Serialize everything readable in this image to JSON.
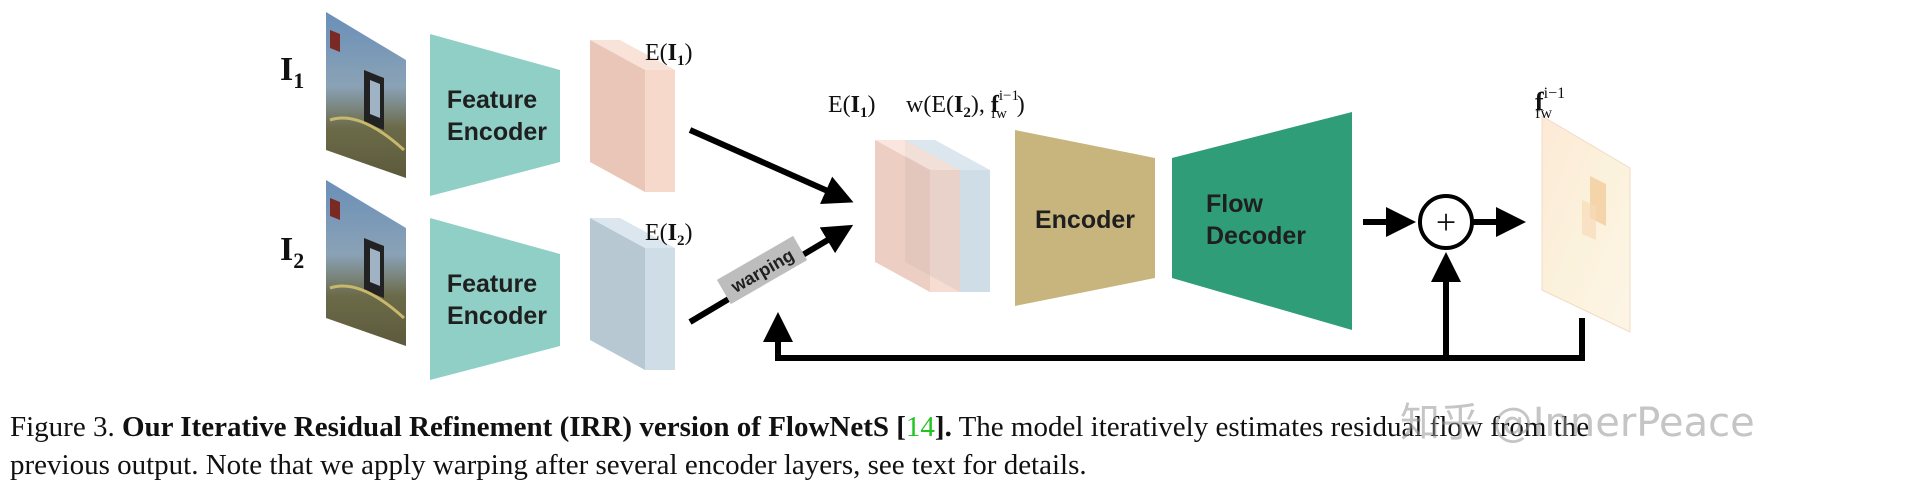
{
  "inputs": [
    {
      "label": "I",
      "subscript": "1"
    },
    {
      "label": "I",
      "subscript": "2"
    }
  ],
  "feature_encoder": {
    "line1": "Feature",
    "line2": "Encoder"
  },
  "features": [
    {
      "text_pre": "E(",
      "bold": "I",
      "sub": "1",
      "text_post": ")"
    },
    {
      "text_pre": "E(",
      "bold": "I",
      "sub": "2",
      "text_post": ")"
    }
  ],
  "warping_label": "warping",
  "concat_labels": {
    "left": {
      "text_pre": "E(",
      "bold": "I",
      "sub": "1",
      "text_post": ")"
    },
    "right": {
      "text_pre": "w(E(",
      "bold": "I",
      "sub": "2",
      "text_mid": "), ",
      "bold2": "f",
      "sub2": "fw",
      "sup2": "i−1",
      "text_post": ")"
    }
  },
  "encoder_label": "Encoder",
  "flow_decoder": {
    "line1": "Flow",
    "line2": "Decoder"
  },
  "plus_symbol": "+",
  "output_label": {
    "bold": "f",
    "sub": "fw",
    "sup": "i−1"
  },
  "caption": {
    "prefix": "Figure 3.",
    "bold": "Our Iterative Residual Refinement (IRR) version of FlowNetS [",
    "ref": "14",
    "bold_end": "].",
    "rest_line1": "The model iteratively estimates residual flow from the",
    "line2": "previous output. Note that we apply warping after several encoder layers, see text for details."
  },
  "watermark": "知乎 @InnerPeace",
  "colors": {
    "teal_encoder": "#8fcfc5",
    "feature1": "#f4d3c6",
    "feature2": "#cbd9e3",
    "encoder_gold": "#c8b57e",
    "decoder_green": "#2e9d78",
    "arrow": "#000000",
    "ref_green": "#22c422"
  }
}
